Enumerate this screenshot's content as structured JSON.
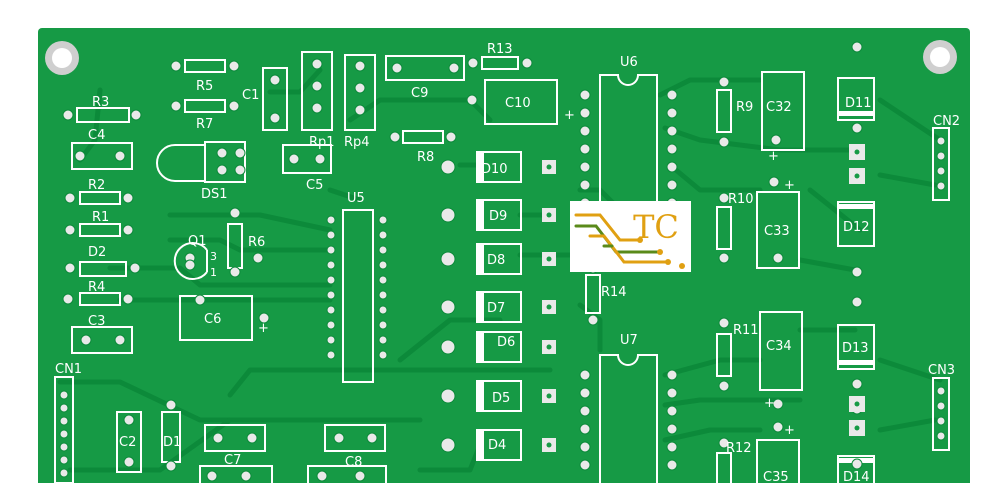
{
  "colors": {
    "board": "#169a45",
    "trace": "#0c8a3a",
    "silkscreen": "#ffffff",
    "pad": "#e9e9e9",
    "logo_gold": "#e0a012",
    "logo_green": "#5a8a1a"
  },
  "logo": {
    "text": "TC"
  },
  "labels": {
    "R3": "R3",
    "C4": "C4",
    "R2": "R2",
    "R1": "R1",
    "D2": "D2",
    "R4": "R4",
    "C3": "C3",
    "CN1": "CN1",
    "C2": "C2",
    "D1": "D1",
    "C7": "C7",
    "C8": "C8",
    "R5": "R5",
    "R7": "R7",
    "C1": "C1",
    "DS1": "DS1",
    "Q1": "Q1",
    "R6": "R6",
    "C6": "C6",
    "Q1_pin3": "3",
    "Q1_pin1": "1",
    "Rp1": "Rp1",
    "Rp4": "Rp4",
    "C5": "C5",
    "C9": "C9",
    "R13": "R13",
    "C10": "C10",
    "R8": "R8",
    "U5": "U5",
    "D10": "D10",
    "D9": "D9",
    "D8": "D8",
    "D7": "D7",
    "D6": "D6",
    "D5": "D5",
    "D4": "D4",
    "U6": "U6",
    "U7": "U7",
    "R14": "R14",
    "R9": "R9",
    "C32": "C32",
    "D11": "D11",
    "R10": "R10",
    "C33": "C33",
    "D12": "D12",
    "R11": "R11",
    "C34": "C34",
    "D13": "D13",
    "R12": "R12",
    "C35": "C35",
    "D14": "D14",
    "CN2": "CN2",
    "CN3": "CN3",
    "plus": "+"
  }
}
